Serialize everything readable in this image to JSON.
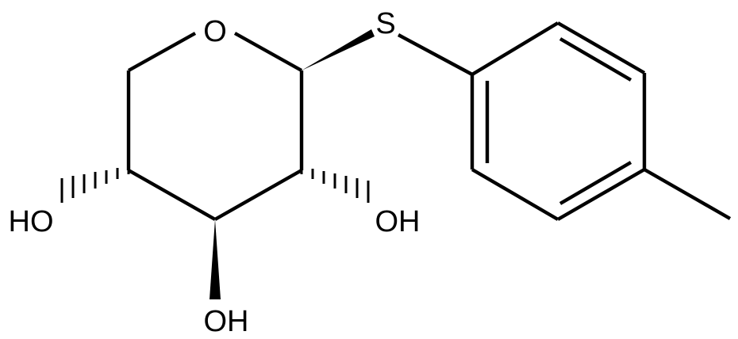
{
  "atoms": {
    "ring_oxygen": "O",
    "sulfur": "S",
    "oh_left": "HO",
    "oh_right": "OH",
    "oh_bottom": "OH"
  }
}
